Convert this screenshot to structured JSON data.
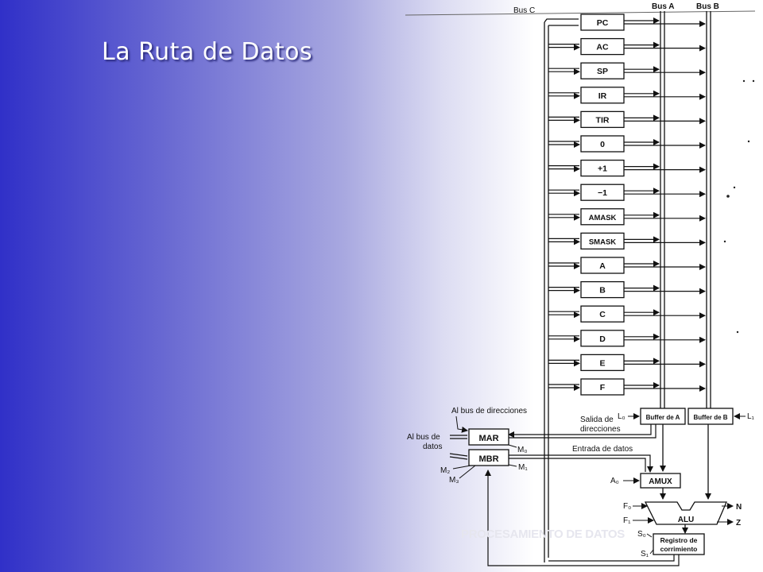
{
  "title": "La Ruta de Datos",
  "footer": "PROCESAMIENTO DE DATOS",
  "diagram": {
    "registers": [
      "PC",
      "AC",
      "SP",
      "IR",
      "TIR",
      "0",
      "+1",
      "−1",
      "AMASK",
      "SMASK",
      "A",
      "B",
      "C",
      "D",
      "E",
      "F"
    ],
    "bus_labels": {
      "bus_c": "Bus C",
      "bus_a": "Bus A",
      "bus_b": "Bus B"
    },
    "buffers": {
      "a": "Buffer de A",
      "b": "Buffer de B"
    },
    "latch_labels": {
      "l0": "L₀",
      "l1": "L₁"
    },
    "address_out": [
      "Salida de",
      "direcciones"
    ],
    "address_bus": "Al bus de direcciones",
    "data_bus": [
      "Al bus de",
      "datos"
    ],
    "mar": "MAR",
    "mbr": "MBR",
    "m_labels": {
      "m0": "M₀",
      "m1": "M₁",
      "m2": "M₂",
      "m3": "M₃"
    },
    "data_in": "Entrada de datos",
    "amux": "AMUX",
    "a0": "A₀",
    "alu": "ALU",
    "f0": "F₀",
    "f1": "F₁",
    "n": "N",
    "z": "Z",
    "s0": "S₀",
    "s1": "S₁",
    "shifter": [
      "Registro de",
      "corrimiento"
    ]
  }
}
